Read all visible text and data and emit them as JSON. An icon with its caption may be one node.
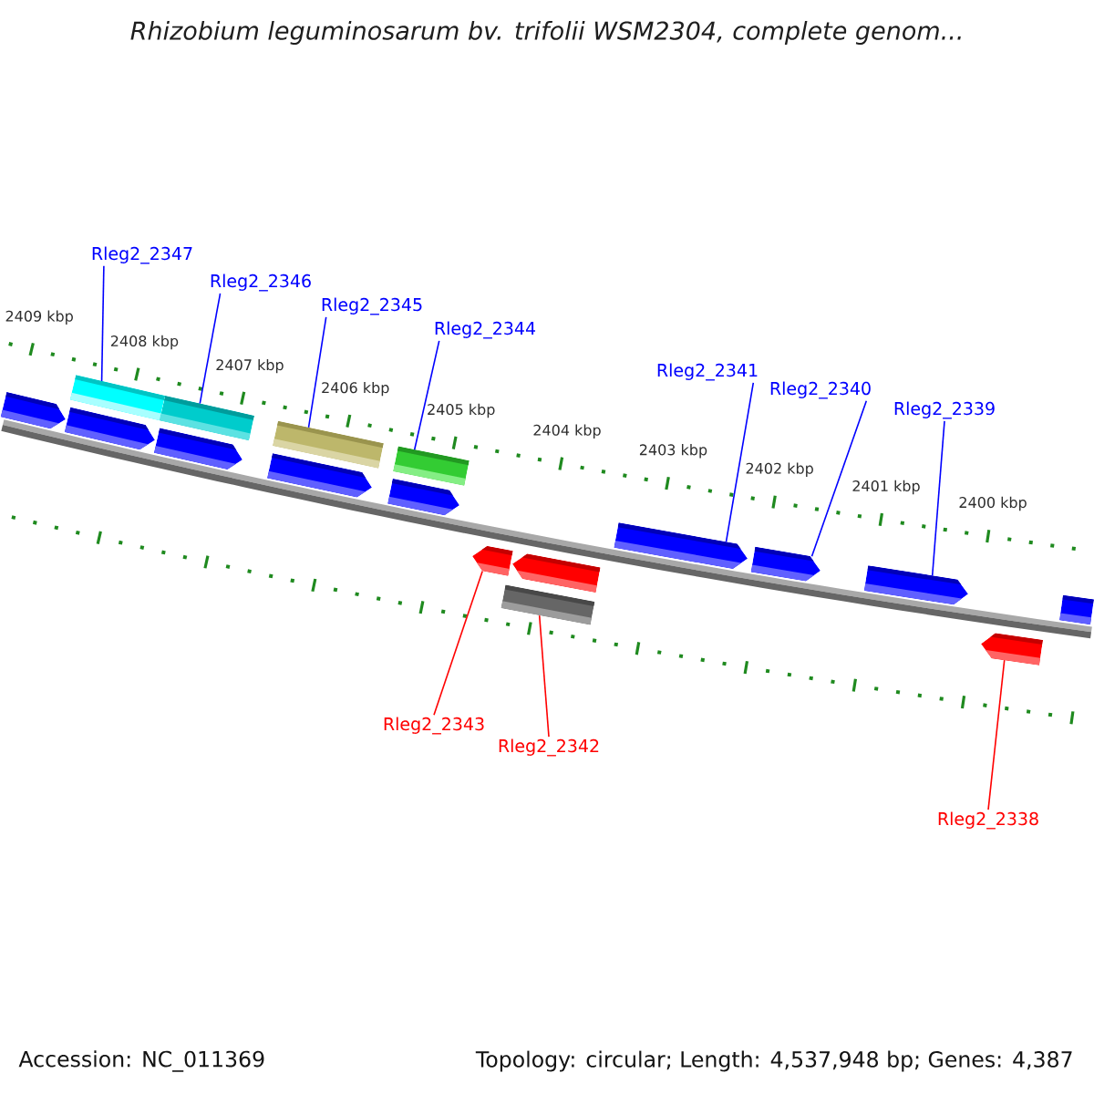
{
  "diagram": {
    "title": "Rhizobium leguminosarum bv. trifolii WSM2304, complete genom...",
    "nodes": [
      {
        "text": [
          "Rleg2_2347"
        ]
      },
      {
        "text": [
          "Rleg2_2346"
        ]
      },
      {
        "text": [
          "Rleg2_2345"
        ]
      },
      {
        "text": [
          "Rleg2_2344"
        ]
      },
      {
        "text": [
          "Rleg2_2341"
        ]
      },
      {
        "text": [
          "Rleg2_2340"
        ]
      },
      {
        "text": [
          "Rleg2_2339"
        ]
      },
      {
        "text": [
          "Rleg2_2343"
        ]
      },
      {
        "text": [
          "Rleg2_2342"
        ]
      },
      {
        "text": [
          "Rleg2_2338"
        ]
      },
      {
        "text": [],
        "shape": "bar"
      },
      {
        "text": [],
        "shape": "bar"
      },
      {
        "text": [],
        "shape": "bar"
      },
      {
        "text": [],
        "shape": "bar"
      },
      {
        "text": [],
        "shape": "pentagon"
      },
      {
        "text": [],
        "shape": "pentagon"
      },
      {
        "text": [],
        "shape": "pentagon"
      },
      {
        "text": [],
        "shape": "pentagon"
      },
      {
        "text": [],
        "shape": "pentagon"
      },
      {
        "text": [],
        "shape": "pentagon"
      },
      {
        "text": [],
        "shape": "pentagon"
      },
      {
        "text": [],
        "shape": "pentagon"
      },
      {
        "text": [],
        "shape": "pentagon"
      },
      {
        "text": [],
        "shape": "pentagon"
      },
      {
        "text": [],
        "shape": "pentagon"
      },
      {
        "text": [],
        "shape": "pentagon"
      },
      {
        "text": [],
        "shape": "bar"
      }
    ],
    "edges": [
      {
        "from": 0,
        "to": 10,
        "arrow": "none"
      },
      {
        "from": 1,
        "to": 11,
        "arrow": "none"
      },
      {
        "from": 2,
        "to": 12,
        "arrow": "none"
      },
      {
        "from": 3,
        "to": 13,
        "arrow": "none"
      },
      {
        "from": 4,
        "to": 19,
        "arrow": "none"
      },
      {
        "from": 5,
        "to": 20,
        "arrow": "none"
      },
      {
        "from": 6,
        "to": 21,
        "arrow": "none"
      },
      {
        "from": 7,
        "to": 23,
        "arrow": "none",
        "color": "#ff0000"
      },
      {
        "from": 8,
        "to": 26,
        "arrow": "none",
        "color": "#ff0000"
      },
      {
        "from": 9,
        "to": 25,
        "arrow": "none",
        "color": "#ff0000"
      }
    ],
    "labels": [
      "2409 kbp",
      "2408 kbp",
      "2407 kbp",
      "2406 kbp",
      "2405 kbp",
      "2404 kbp",
      "2403 kbp",
      "2402 kbp",
      "2401 kbp",
      "2400 kbp",
      "Accession: NC_011369",
      "Topology: circular; Length: 4,537,948 bp; Genes: 4,387"
    ]
  }
}
